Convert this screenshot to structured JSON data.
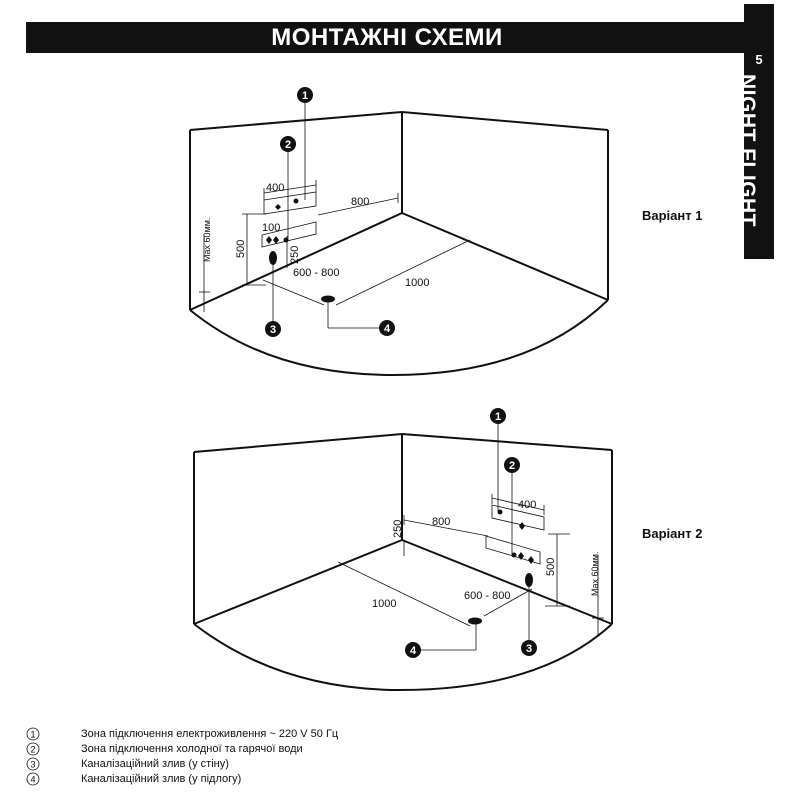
{
  "header": {
    "title": "МОНТАЖНІ СХЕМИ",
    "page_number": "5",
    "brand": "NIGHT FLIGHT"
  },
  "variants": [
    {
      "label": "Варіант 1",
      "dimensions": {
        "d400": "400",
        "d800": "800",
        "d100": "100",
        "d500": "500",
        "d250": "250",
        "d600_800": "600 - 800",
        "d1000": "1000",
        "max": "Max 60мм."
      }
    },
    {
      "label": "Варіант 2",
      "dimensions": {
        "d400": "400",
        "d800": "800",
        "d250": "250",
        "d500": "500",
        "d600_800": "600 - 800",
        "d1000": "1000",
        "max": "Max 60мм."
      }
    }
  ],
  "markers": [
    "1",
    "2",
    "3",
    "4"
  ],
  "legend": [
    {
      "num": "1",
      "text": "Зона підключення електроживлення  ~ 220 V 50 Гц"
    },
    {
      "num": "2",
      "text": "Зона підключення холодної та гарячої води"
    },
    {
      "num": "3",
      "text": "Каналізаційний злив (у стіну)"
    },
    {
      "num": "4",
      "text": "Каналізаційний злив (у підлогу)"
    }
  ]
}
